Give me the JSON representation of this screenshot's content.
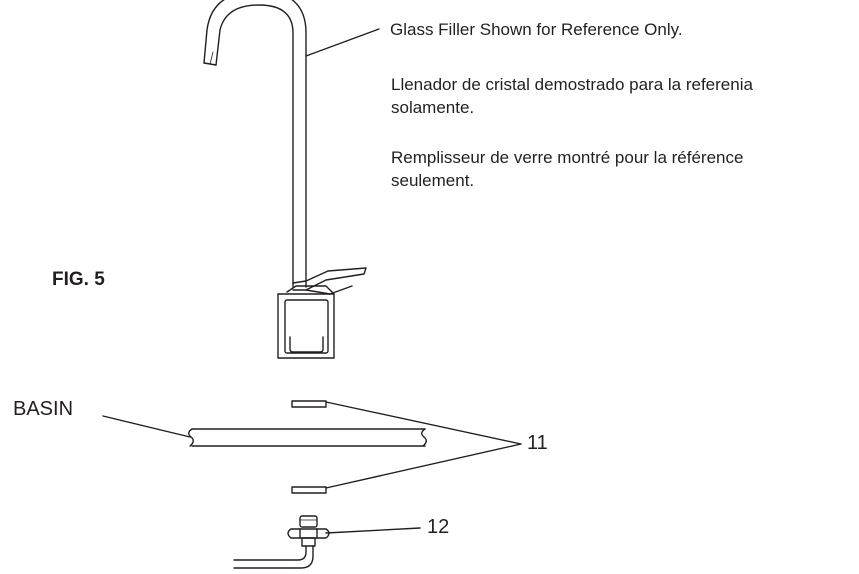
{
  "figure_label": "FIG. 5",
  "notes": {
    "english": "Glass Filler Shown for Reference Only.",
    "spanish_line1": "Llenador de cristal demostrado para la referenia",
    "spanish_line2": "solamente.",
    "french_line1": "Remplisseur de verre montré pour la référence",
    "french_line2": "seulement."
  },
  "callouts": {
    "basin": "BASIN",
    "part_11": "11",
    "part_12": "12"
  },
  "colors": {
    "ink": "#231f20",
    "background": "#ffffff"
  }
}
